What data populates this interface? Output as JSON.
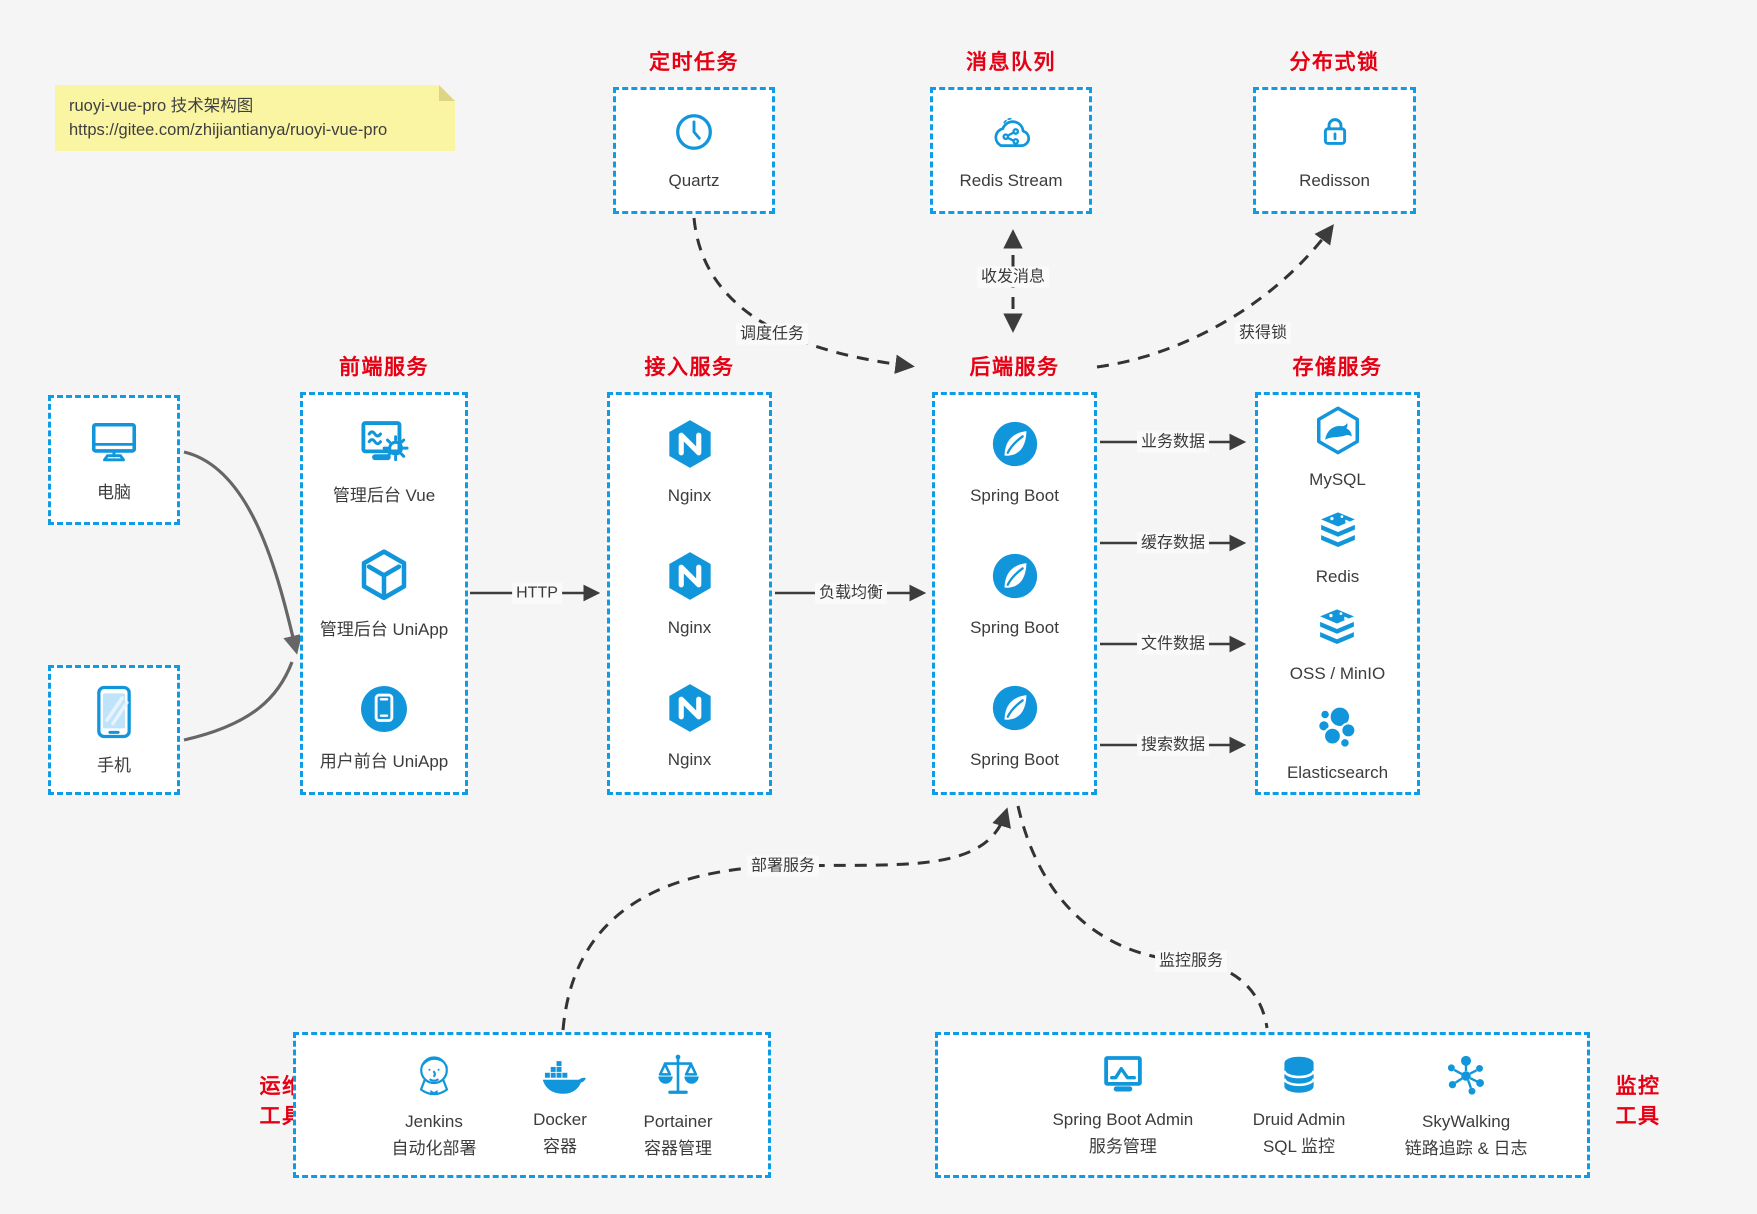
{
  "colors": {
    "accent_blue": "#1296db",
    "box_border_blue": "#0e9ce6",
    "title_red": "#e60013",
    "note_bg": "#faf5a2",
    "arrow_dark": "#3c3c3c",
    "device_arrow_gray": "#666666",
    "page_bg": "#f5f5f6"
  },
  "note": {
    "line1": "ruoyi-vue-pro 技术架构图",
    "line2": "https://gitee.com/zhijiantianya/ruoyi-vue-pro"
  },
  "sections": {
    "scheduled": {
      "title": "定时任务",
      "item": {
        "label": "Quartz",
        "icon": "clock-icon"
      }
    },
    "mq": {
      "title": "消息队列",
      "item": {
        "label": "Redis Stream",
        "icon": "cloud-network-icon"
      }
    },
    "lock": {
      "title": "分布式锁",
      "item": {
        "label": "Redisson",
        "icon": "lock-icon"
      }
    },
    "clients": {
      "pc": {
        "label": "电脑",
        "icon": "desktop-icon"
      },
      "mobile": {
        "label": "手机",
        "icon": "phone-icon"
      }
    },
    "frontend": {
      "title": "前端服务",
      "items": [
        {
          "label": "管理后台 Vue",
          "icon": "admin-screen-gear-icon"
        },
        {
          "label": "管理后台 UniApp",
          "icon": "uniapp-cube-icon"
        },
        {
          "label": "用户前台 UniApp",
          "icon": "user-app-icon"
        }
      ]
    },
    "gateway": {
      "title": "接入服务",
      "items": [
        {
          "label": "Nginx",
          "icon": "nginx-icon"
        },
        {
          "label": "Nginx",
          "icon": "nginx-icon"
        },
        {
          "label": "Nginx",
          "icon": "nginx-icon"
        }
      ]
    },
    "backend": {
      "title": "后端服务",
      "items": [
        {
          "label": "Spring Boot",
          "icon": "spring-boot-icon"
        },
        {
          "label": "Spring Boot",
          "icon": "spring-boot-icon"
        },
        {
          "label": "Spring Boot",
          "icon": "spring-boot-icon"
        }
      ]
    },
    "storage": {
      "title": "存储服务",
      "items": [
        {
          "label": "MySQL",
          "icon": "mysql-icon"
        },
        {
          "label": "Redis",
          "icon": "redis-icon"
        },
        {
          "label": "OSS / MinIO",
          "icon": "object-storage-icon"
        },
        {
          "label": "Elasticsearch",
          "icon": "elasticsearch-icon"
        }
      ]
    },
    "devops": {
      "title_line1": "运维",
      "title_line2": "工具",
      "items": [
        {
          "name": "Jenkins",
          "desc": "自动化部署",
          "icon": "jenkins-icon"
        },
        {
          "name": "Docker",
          "desc": "容器",
          "icon": "docker-icon"
        },
        {
          "name": "Portainer",
          "desc": "容器管理",
          "icon": "portainer-icon"
        }
      ]
    },
    "monitoring": {
      "title_line1": "监控",
      "title_line2": "工具",
      "items": [
        {
          "name": "Spring Boot Admin",
          "desc": "服务管理",
          "icon": "spring-boot-admin-icon"
        },
        {
          "name": "Druid Admin",
          "desc": "SQL 监控",
          "icon": "druid-icon"
        },
        {
          "name": "SkyWalking",
          "desc": "链路追踪 & 日志",
          "icon": "skywalking-icon"
        }
      ]
    }
  },
  "edges": {
    "http": "HTTP",
    "load_balance": "负载均衡",
    "business_data": "业务数据",
    "cache_data": "缓存数据",
    "file_data": "文件数据",
    "search_data": "搜索数据",
    "schedule_job": "调度任务",
    "send_receive_message": "收发消息",
    "acquire_lock": "获得锁",
    "deploy_service": "部署服务",
    "monitor_service": "监控服务"
  }
}
